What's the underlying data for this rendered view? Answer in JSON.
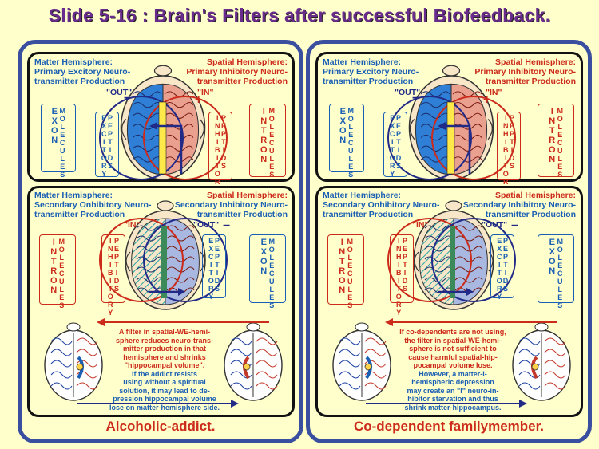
{
  "title": {
    "prefix": "Slide 5-16",
    "sep": " : ",
    "main": "Brain's Filters after successful Biofeedback."
  },
  "panels": [
    {
      "top": {
        "left_label": [
          "Matter Hemisphere:",
          "Primary Excitory Neuro-",
          "transmitter Production"
        ],
        "right_label": [
          "Spatial Hemisphere:",
          "Primary Inhibitory Neuro-",
          "transmitter Production"
        ],
        "out_label": "\"OUT\"",
        "in_label": "\"IN\"",
        "minus": "−",
        "plus": "+",
        "left_box": "EXON",
        "left_box2": "MOLECULES",
        "left_inner": "EXCITORY",
        "left_inner2": "PEPTIDS",
        "right_inner": "INHIBITORY",
        "right_inner2": "PEPTIDS",
        "right_box": "INTRON",
        "right_box2": "MOLECULES"
      },
      "bottom": {
        "left_label": [
          "Matter Hemisphere:",
          "Secondary Onhibitory Neuro-",
          "transmitter Production"
        ],
        "right_label": [
          "Spatial Hemisphere:",
          "Secondary Inhibitory Neuro-",
          "transmitter Production"
        ],
        "in_label": "\"IN\"",
        "out_label": "\"OUT\"",
        "minus": "−",
        "left_box": "INTRON",
        "left_box2": "MOLECULES",
        "left_inner": "INHIBITORY",
        "left_inner2": "PEPTIDS",
        "right_inner": "EXCITORY",
        "right_inner2": "PEPTIDS",
        "right_box": "EXON",
        "right_box2": "MOLECULES",
        "note": [
          "A filter in spatial-WE-hemi-",
          "sphere reduces neuro-trans-",
          "mitter production in that",
          "hemisphere and shrinks",
          "\"hippocampal volume\".",
          "If the addict resists",
          "using without a spiritual",
          "solution, it may lead to de-",
          "pression hippocampal volume",
          "lose on matter-hemisphere side."
        ]
      },
      "caption": "Alcoholic-addict."
    },
    {
      "top": {
        "left_label": [
          "Matter Hemisphere:",
          "Primary Excitory Neuro-",
          "transmitter Production"
        ],
        "right_label": [
          "Spatial Hemisphere:",
          "Primary Inhibitory Neuro-",
          "transmitter Production"
        ],
        "out_label": "\"OUT\"",
        "in_label": "\"IN\"",
        "minus": "−",
        "plus": "+",
        "left_box": "EXON",
        "left_box2": "MOLECULES",
        "left_inner": "EXCITORY",
        "left_inner2": "PEPTIDS",
        "right_inner": "INHIBITORY",
        "right_inner2": "PEPTIDS",
        "right_box": "INTRON",
        "right_box2": "MOLECULES"
      },
      "bottom": {
        "left_label": [
          "Matter Hemisphere:",
          "Secondary Onhibitory Neuro-",
          "transmitter Production"
        ],
        "right_label": [
          "Spatial Hemisphere:",
          "Secondary Inhibitory Neuro-",
          "transmitter Production"
        ],
        "in_label": "\"IN\"",
        "out_label": "\"OUT\"",
        "minus": "−",
        "left_box": "INTRON",
        "left_box2": "MOLECULES",
        "left_inner": "INHIBITORY",
        "left_inner2": "PEPTIDS",
        "right_inner": "EXCITORY",
        "right_inner2": "PEPTIDS",
        "right_box": "EXON",
        "right_box2": "MOLECULES",
        "note": [
          "If co-dependents are not using,",
          "the filter in spatial-WE-hemi-",
          "sphere is not sufficient to",
          "cause harmful spatial-hip-",
          "pocampal volume lose.",
          "However, a matter-I-",
          "hemispheric depression",
          "may create an \"I\" neuro-in-",
          "hibitor starvation and thus",
          "shrink matter-hippocampus."
        ]
      },
      "caption": "Co-dependent familymember."
    }
  ],
  "colors": {
    "blue": "#1a5fb4",
    "red": "#cc2a1a",
    "navy": "#222a88",
    "frame": "#3a4fa0",
    "background": "#ffffcc",
    "title": "#6a2c8c"
  }
}
